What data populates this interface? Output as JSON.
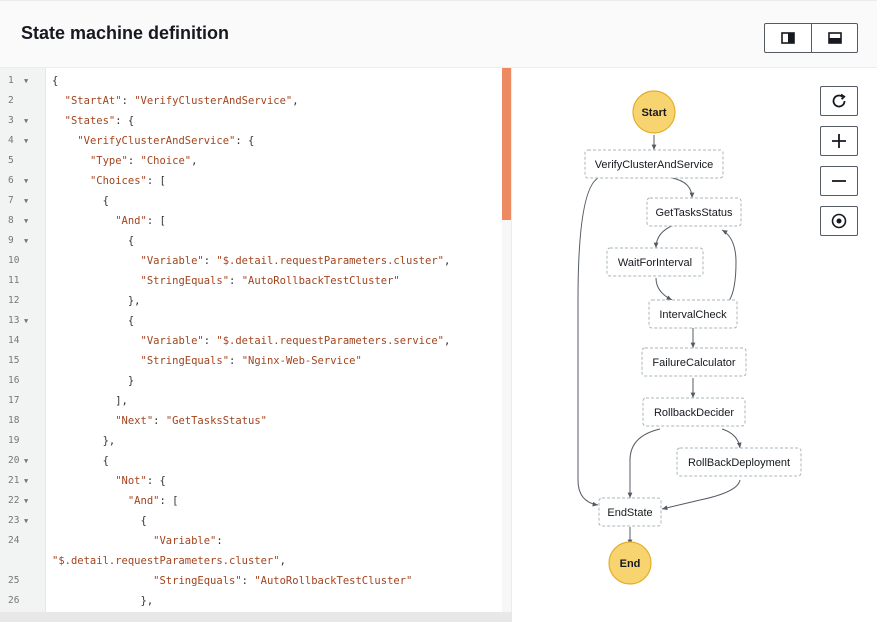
{
  "header": {
    "title": "State machine definition",
    "layout_buttons": [
      "split-vertical-icon",
      "split-horizontal-icon"
    ]
  },
  "editor": {
    "lines": [
      {
        "n": "1",
        "fold": true,
        "text": "{"
      },
      {
        "n": "2",
        "fold": false,
        "text": "  \"StartAt\": \"VerifyClusterAndService\","
      },
      {
        "n": "3",
        "fold": true,
        "text": "  \"States\": {"
      },
      {
        "n": "4",
        "fold": true,
        "text": "    \"VerifyClusterAndService\": {"
      },
      {
        "n": "5",
        "fold": false,
        "text": "      \"Type\": \"Choice\","
      },
      {
        "n": "6",
        "fold": true,
        "text": "      \"Choices\": ["
      },
      {
        "n": "7",
        "fold": true,
        "text": "        {"
      },
      {
        "n": "8",
        "fold": true,
        "text": "          \"And\": ["
      },
      {
        "n": "9",
        "fold": true,
        "text": "            {"
      },
      {
        "n": "10",
        "fold": false,
        "text": "              \"Variable\": \"$.detail.requestParameters.cluster\","
      },
      {
        "n": "11",
        "fold": false,
        "text": "              \"StringEquals\": \"AutoRollbackTestCluster\""
      },
      {
        "n": "12",
        "fold": false,
        "text": "            },"
      },
      {
        "n": "13",
        "fold": true,
        "text": "            {"
      },
      {
        "n": "14",
        "fold": false,
        "text": "              \"Variable\": \"$.detail.requestParameters.service\","
      },
      {
        "n": "15",
        "fold": false,
        "text": "              \"StringEquals\": \"Nginx-Web-Service\""
      },
      {
        "n": "16",
        "fold": false,
        "text": "            }"
      },
      {
        "n": "17",
        "fold": false,
        "text": "          ],"
      },
      {
        "n": "18",
        "fold": false,
        "text": "          \"Next\": \"GetTasksStatus\""
      },
      {
        "n": "19",
        "fold": false,
        "text": "        },"
      },
      {
        "n": "20",
        "fold": true,
        "text": "        {"
      },
      {
        "n": "21",
        "fold": true,
        "text": "          \"Not\": {"
      },
      {
        "n": "22",
        "fold": true,
        "text": "            \"And\": ["
      },
      {
        "n": "23",
        "fold": true,
        "text": "              {"
      },
      {
        "n": "24",
        "fold": false,
        "text": "                \"Variable\":",
        "wrap": "\"$.detail.requestParameters.cluster\","
      },
      {
        "n": "25",
        "fold": false,
        "text": "                \"StringEquals\": \"AutoRollbackTestCluster\""
      },
      {
        "n": "26",
        "fold": false,
        "text": "              },"
      }
    ]
  },
  "graph": {
    "start_label": "Start",
    "end_label": "End",
    "nodes": [
      "VerifyClusterAndService",
      "GetTasksStatus",
      "WaitForInterval",
      "IntervalCheck",
      "FailureCalculator",
      "RollbackDecider",
      "RollBackDeployment",
      "EndState"
    ],
    "controls": [
      "refresh-icon",
      "zoom-in-icon",
      "zoom-out-icon",
      "center-icon"
    ],
    "colors": {
      "terminal": "#f8d470",
      "terminal_border": "#e4ad2a",
      "node_border": "#aab7b8",
      "edge": "#545b64"
    }
  }
}
